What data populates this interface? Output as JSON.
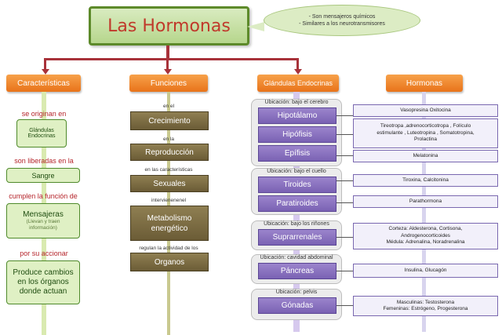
{
  "title": "Las Hormonas",
  "bubble": {
    "line1": "- Son mensajeros químicos",
    "line2": "- Similares a los neurotransmisores"
  },
  "headers": {
    "caracteristicas": "Características",
    "funciones": "Funciones",
    "glandulas": "Glándulas Endocrinas",
    "hormonas": "Hormonas"
  },
  "caracteristicas": {
    "l1": "se originan en",
    "b1": "Glándulas Endocrinas",
    "l2": "son liberadas en la",
    "b2": "Sangre",
    "l3": "cumplen la función de",
    "b3": "Mensajeras",
    "b3sub": "(Llevan y traen información)",
    "l4": "por  su  accionar",
    "b4": "Produce cambios en los órganos donde actuan"
  },
  "funciones": {
    "l1": "en el",
    "b1": "Crecimiento",
    "l2": "en  la",
    "b2": "Reproducción",
    "l3": "en  las  características",
    "b3": "Sexuales",
    "l4": "intervienenenel",
    "b4": "Metabolismo energético",
    "l5": "regulan  la  actividad de los",
    "b5": "Organos"
  },
  "glandulas": {
    "g1": {
      "label": "Ubicación: bajo el cerebro",
      "items": [
        "Hipotálamo",
        "Hipófisis",
        "Epífisis"
      ]
    },
    "g2": {
      "label": "Ubicación:  bajo el cuello",
      "items": [
        "Tiroides",
        "Paratiroides"
      ]
    },
    "g3": {
      "label": "Ubicación: bajo los riñones",
      "items": [
        "Suprarrenales"
      ]
    },
    "g4": {
      "label": "Ubicación: cavidad abdominal",
      "items": [
        "Páncreas"
      ]
    },
    "g5": {
      "label": "Ubicación: pelvis",
      "items": [
        "Gónadas"
      ]
    }
  },
  "hormonas": {
    "h1": "Vasopresina  Oxitocina",
    "h2a": "Tireotropa ,adrenocorticotropa ,  Folículo",
    "h2b": "estimulante ,  Luteotropina ,  Somatotropina,",
    "h2c": "Prolactina",
    "h3": "Melatonina",
    "h4": "Tiroxina,   Calcitonina",
    "h5": "Parathormona",
    "h6a": "Corteza: Aldesterona,  Cortisona,",
    "h6b": "Androgenocorticoides",
    "h6c": "Médula: Adrenalina, Noradrenalina",
    "h7": "Insulina,  Glucagón",
    "h8a": "Masculinas:  Testosterona",
    "h8b": "Femeninas:  Estrógeno, Progesterona"
  }
}
